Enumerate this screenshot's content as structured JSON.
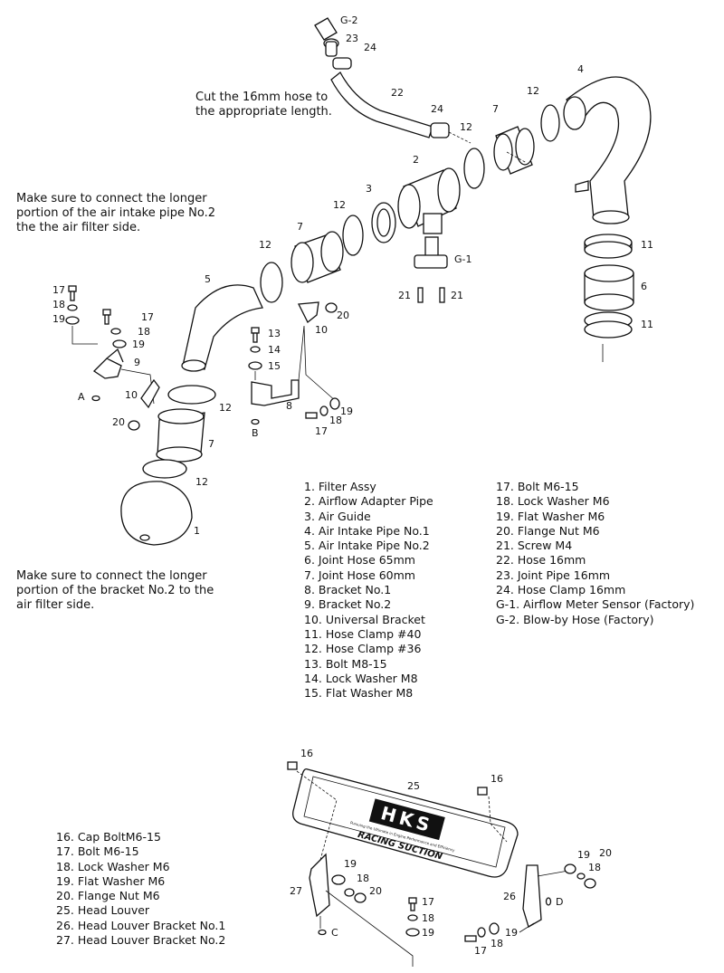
{
  "notes": {
    "hose_cut": "Cut the 16mm hose to\nthe appropriate length.",
    "intake_pipe": "Make sure to connect the longer\nportion of the air intake pipe No.2\nthe the air filter side.",
    "bracket": "Make sure to connect the longer\nportion of the bracket No.2 to the\nair filter side."
  },
  "parts_list_a": [
    "1. Filter Assy",
    "2. Airflow Adapter Pipe",
    "3. Air Guide",
    "4. Air Intake Pipe No.1",
    "5. Air Intake Pipe No.2",
    "6. Joint Hose  65mm",
    "7. Joint Hose  60mm",
    "8. Bracket No.1",
    "9. Bracket No.2",
    "10. Universal Bracket",
    "11. Hose Clamp  #40",
    "12. Hose Clamp  #36",
    "13. Bolt  M8-15",
    "14. Lock Washer  M8",
    "15. Flat Washer  M8"
  ],
  "parts_list_b": [
    "17. Bolt  M6-15",
    "18. Lock Washer  M6",
    "19. Flat Washer  M6",
    "20. Flange Nut  M6",
    "21. Screw  M4",
    "22. Hose  16mm",
    "23. Joint Pipe  16mm",
    "24. Hose Clamp  16mm",
    "G-1. Airflow Meter Sensor (Factory)",
    "G-2. Blow-by Hose (Factory)"
  ],
  "parts_list_c": [
    "16. Cap BoltM6-15",
    "17. Bolt  M6-15",
    "18. Lock Washer  M6",
    "19. Flat Washer  M6",
    "20. Flange Nut  M6",
    "25. Head Louver",
    "26. Head Louver Bracket No.1",
    "27. Head Louver Bracket No.2"
  ],
  "callouts": {
    "g2": "G-2",
    "p23": "23",
    "p24a": "24",
    "p22": "22",
    "p24b": "24",
    "p12a": "12",
    "p12b": "12",
    "p7a": "7",
    "p4": "4",
    "p2": "2",
    "p3": "3",
    "p12c": "12",
    "p7b": "7",
    "p12d": "12",
    "g1": "G-1",
    "p21a": "21",
    "p21b": "21",
    "p11a": "11",
    "p6": "6",
    "p11b": "11",
    "p5": "5",
    "p17a": "17",
    "p18a": "18",
    "p19a": "19",
    "p17b": "17",
    "p18b": "18",
    "p19b": "19",
    "p9": "9",
    "pA": "A",
    "p10a": "10",
    "p20a": "20",
    "p13": "13",
    "p14": "14",
    "p15": "15",
    "p20b": "20",
    "p10b": "10",
    "p12e": "12",
    "p8": "8",
    "pB": "B",
    "p19c": "19",
    "p18c": "18",
    "p17c": "17",
    "p7c": "7",
    "p12f": "12",
    "p1": "1",
    "p16a": "16",
    "p25": "25",
    "p16b": "16",
    "p19d": "19",
    "p18d": "18",
    "p20c": "20",
    "p27": "27",
    "pC": "C",
    "p17d": "17",
    "p18e": "18",
    "p19e": "19",
    "p19f": "19",
    "p20d": "20",
    "p18f": "18",
    "p26": "26",
    "pD": "D",
    "p19g": "19",
    "p18g": "18",
    "p17e": "17"
  },
  "louver": {
    "brand": "HKS",
    "tagline": "Pursuing the Ultimate in Engine Performance and Efficiency",
    "model": "RACING SUCTION"
  }
}
